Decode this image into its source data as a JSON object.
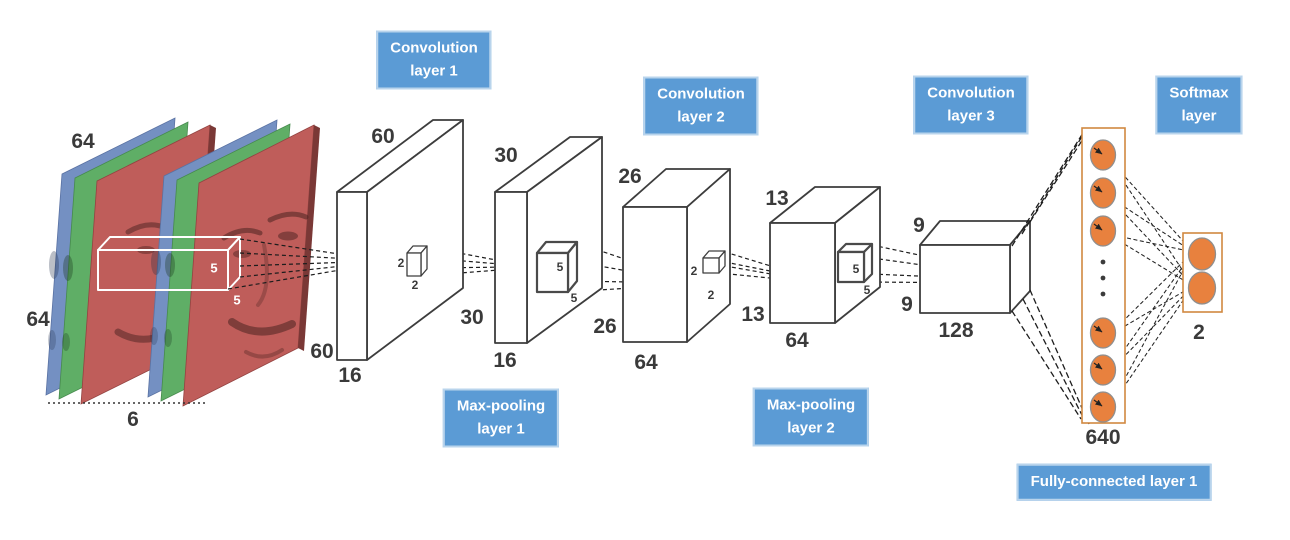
{
  "figure": {
    "description": "CNN architecture diagram for face input",
    "labels": {
      "conv1": {
        "line1": "Convolution",
        "line2": "layer 1"
      },
      "conv2": {
        "line1": "Convolution",
        "line2": "layer 2"
      },
      "conv3": {
        "line1": "Convolution",
        "line2": "layer 3"
      },
      "pool1": {
        "line1": "Max-pooling",
        "line2": "layer 1"
      },
      "pool2": {
        "line1": "Max-pooling",
        "line2": "layer 2"
      },
      "softmax": {
        "line1": "Softmax",
        "line2": "layer"
      },
      "fc1": {
        "text": "Fully-connected layer 1"
      }
    },
    "numbers": {
      "input_height": "64",
      "input_width": "64",
      "input_channels": "6",
      "input_kernel_w": "5",
      "input_kernel_h": "5",
      "conv1_top": "60",
      "conv1_side": "60",
      "conv1_depth": "16",
      "pool1_kernel_a": "2",
      "pool1_kernel_b": "2",
      "pool1_top": "30",
      "pool1_side": "30",
      "pool1_depth": "16",
      "conv2_kernel_a": "5",
      "conv2_kernel_b": "5",
      "conv2_top": "26",
      "conv2_side": "26",
      "conv2_depth": "64",
      "pool2_kernel_a": "2",
      "pool2_kernel_b": "2",
      "pool2_top": "13",
      "pool2_side": "13",
      "pool2_depth": "64",
      "conv3_kernel_a": "5",
      "conv3_kernel_b": "5",
      "conv3_top": "9",
      "conv3_side": "9",
      "conv3_depth": "128",
      "fc_units": "640",
      "softmax_units": "2"
    },
    "colors": {
      "label_background": "#5b9bd5",
      "label_text": "#ffffff",
      "neuron_fill": "#e8813e",
      "neuron_frame": "#d08840",
      "channel_blue": "#7490c2",
      "channel_green": "#5fae66",
      "channel_red": "#bf5d5a",
      "line_color": "#1d1d1d"
    }
  }
}
